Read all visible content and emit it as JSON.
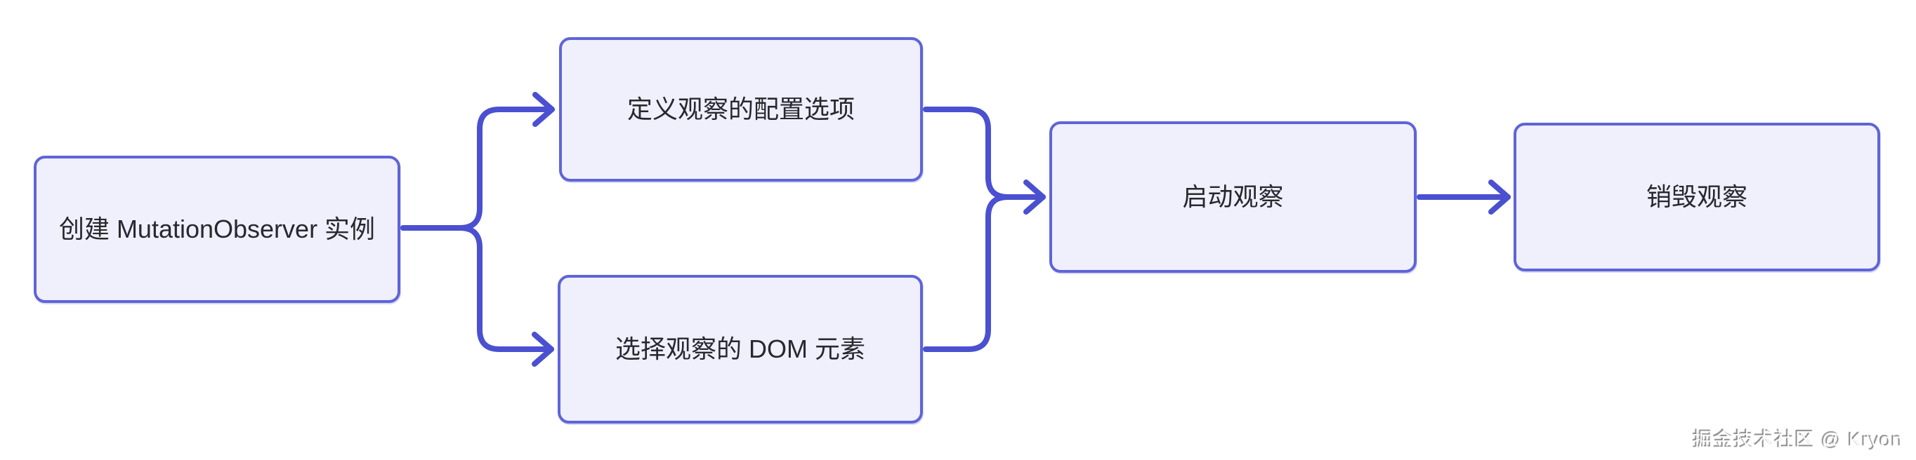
{
  "diagram": {
    "type": "flowchart",
    "direction": "left-to-right",
    "topic": "MutationObserver usage flow",
    "nodes": [
      {
        "id": "create-instance",
        "label": "创建 MutationObserver 实例"
      },
      {
        "id": "define-config",
        "label": "定义观察的配置选项"
      },
      {
        "id": "select-dom",
        "label": "选择观察的 DOM 元素"
      },
      {
        "id": "start-observe",
        "label": "启动观察"
      },
      {
        "id": "destroy-observe",
        "label": "销毁观察"
      }
    ],
    "edges": [
      {
        "from": "create-instance",
        "to": "define-config",
        "arrow": "chevron"
      },
      {
        "from": "create-instance",
        "to": "select-dom",
        "arrow": "chevron"
      },
      {
        "from": "define-config",
        "to": "start-observe",
        "arrow": "chevron"
      },
      {
        "from": "select-dom",
        "to": "start-observe",
        "arrow": "chevron"
      },
      {
        "from": "start-observe",
        "to": "destroy-observe",
        "arrow": "chevron"
      }
    ]
  },
  "watermark": {
    "text": "掘金技术社区 @ Kryon"
  },
  "colors": {
    "background": "#ffffff",
    "node_fill": "#eff0fc",
    "node_border": "#5f64d8",
    "edge_stroke": "#4a50d0",
    "node_text": "#28282e",
    "watermark_text": "#fdfdfd",
    "watermark_shadow": "#707070"
  }
}
